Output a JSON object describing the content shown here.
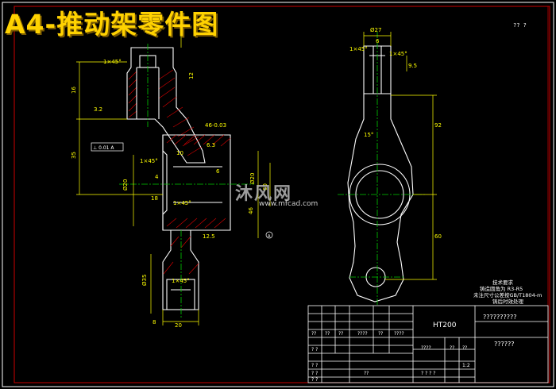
{
  "title": "A4-推动架零件图",
  "corner_note": "??  ?",
  "watermark": {
    "brand": "沐风网",
    "url": "www.mfcad.com"
  },
  "dims": {
    "phi27": "Ø27",
    "c1x45_a": "1×45°",
    "c1x45_b": "1×45°",
    "c1x45_c": "1×45°",
    "c1x45_d": "1×45°",
    "c1x45_e": "1×45°",
    "c1x45_f": "1×45°",
    "d92": "92",
    "d60": "60",
    "d6": "6",
    "d9_5": "9.5",
    "d20": "20",
    "d4": "4",
    "d18": "18",
    "d8": "8",
    "d6b": "6",
    "phi20": "Ø20",
    "phi35": "Ø35",
    "d16": "16",
    "d35": "35",
    "d60b": "60",
    "d46": "46",
    "d10": "10",
    "d12": "12",
    "d3_2": "3.2",
    "d6_3": "6.3",
    "d12_5": "12.5",
    "d46_r": "46-0.03",
    "d20b": "Ø20",
    "gdt": "⊥ 0.01 A",
    "datum_a": "A",
    "d15": "15°"
  },
  "tech_req": {
    "heading": "技术要求",
    "line1": "铸造圆角为 R3-R5",
    "line2": "未注尺寸公差按GB/T1804-m",
    "line3": "铸后时效处理"
  },
  "title_block": {
    "material": "HT200",
    "name_q": "??????????",
    "drawing_no_q": "??????",
    "c1": "??",
    "c2": "??",
    "c3": "??",
    "c4": "????",
    "c5": "??",
    "c6": "????",
    "c7": "? ?",
    "c8": "? ?",
    "c9": "????",
    "c10": "??",
    "c11": "??",
    "c12": "? ?",
    "c13": "??",
    "c14": "1:2",
    "c15": "? ? ? ?",
    "c16": "? ?"
  }
}
